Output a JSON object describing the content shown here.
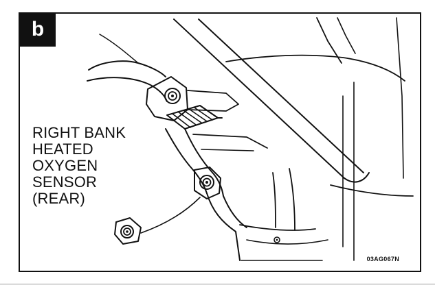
{
  "figure": {
    "panel_label": "b",
    "callout_lines": [
      "RIGHT BANK",
      "HEATED",
      "OXYGEN",
      "SENSOR",
      "(REAR)"
    ],
    "reference_code": "03AG067N"
  },
  "colors": {
    "ink": "#111111",
    "paper": "#ffffff",
    "rule": "#9a9a9a"
  },
  "icons": {
    "sensor": "oxygen-sensor-icon",
    "bolt": "bolt-icon"
  }
}
